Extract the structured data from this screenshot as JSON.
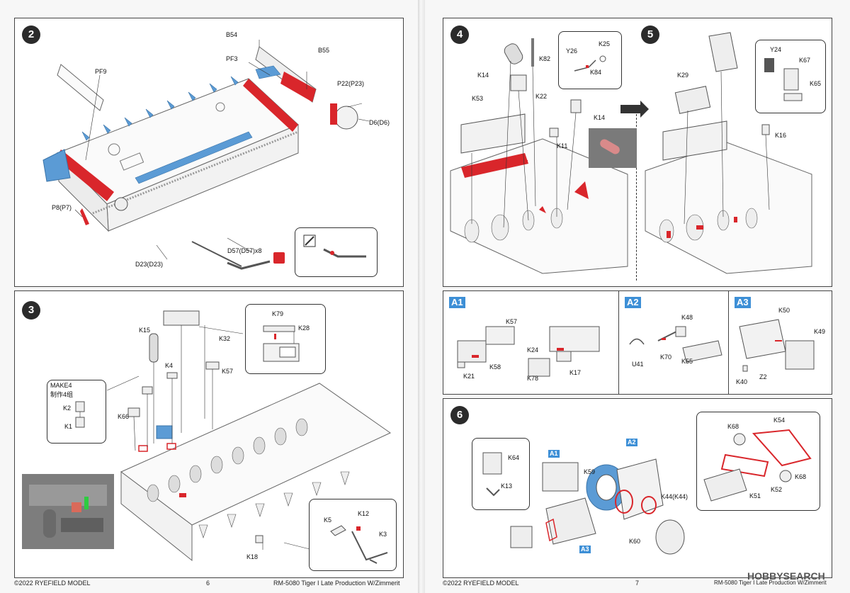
{
  "left_page": {
    "footer_left": "©2022 RYEFIELD MODEL",
    "page_number": "6",
    "footer_right": "RM-5080 Tiger I Late Production W/Zimmerit"
  },
  "right_page": {
    "footer_left": "©2022 RYEFIELD MODEL",
    "page_number": "7",
    "footer_right": "RM-5080 Tiger I Late Production W/Zimmerit",
    "watermark": "HOBBYSEARCH"
  },
  "step2": {
    "number": "2",
    "labels": [
      "B54",
      "PF3",
      "B55",
      "PF9",
      "P22(P23)",
      "D6(D6)",
      "P8(P7)",
      "D23(D23)",
      "D57(D57)x8"
    ]
  },
  "step3": {
    "number": "3",
    "make_note_line1": "MAKE4",
    "make_note_line2": "制作4组",
    "labels": [
      "K15",
      "K4",
      "K32",
      "K57",
      "K79",
      "K28",
      "K2",
      "K1",
      "K66",
      "K5",
      "K12",
      "K3",
      "K18"
    ]
  },
  "step4": {
    "number": "4",
    "labels": [
      "K14",
      "K82",
      "Y26",
      "K25",
      "K84",
      "K53",
      "K22",
      "K14",
      "K11"
    ]
  },
  "step5": {
    "number": "5",
    "labels": [
      "Y24",
      "K67",
      "K29",
      "K65",
      "K16"
    ]
  },
  "subA1": {
    "tag": "A1",
    "labels": [
      "K57",
      "K24",
      "K58",
      "K21",
      "K17",
      "K78"
    ]
  },
  "subA2": {
    "tag": "A2",
    "labels": [
      "K48",
      "U41",
      "K70",
      "K55"
    ]
  },
  "subA3": {
    "tag": "A3",
    "labels": [
      "K50",
      "K49",
      "K40",
      "Z2"
    ]
  },
  "step6": {
    "number": "6",
    "labels": [
      "K64",
      "K13",
      "K59",
      "K44(K44)",
      "K60",
      "K68",
      "K54",
      "K52",
      "K68",
      "K51"
    ],
    "tags": [
      "A1",
      "A2",
      "A3"
    ]
  },
  "colors": {
    "red": "#d9262b",
    "blue": "#3d8fd6",
    "step_circle": "#2b2b2b",
    "panel_border": "#444444"
  }
}
